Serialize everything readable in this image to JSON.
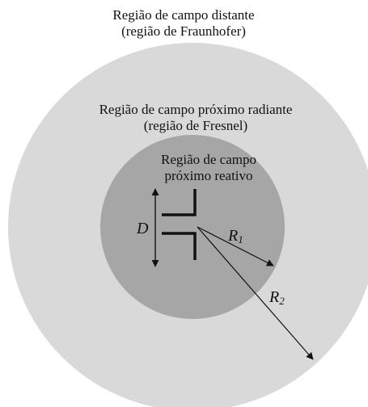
{
  "regions": {
    "far_field": {
      "line1": "Região de campo distante",
      "line2": "(região de Fraunhofer)",
      "color": "#d9d9d9"
    },
    "radiating_near_field": {
      "line1": "Região de campo próximo radiante",
      "line2": "(região de Fresnel)",
      "color": "#d9d9d9"
    },
    "reactive_near_field": {
      "line1": "Região de campo",
      "line2": "próximo reativo",
      "color": "#a6a6a6"
    }
  },
  "symbols": {
    "D": "D",
    "R1": "R",
    "R1_sub": "1",
    "R2": "R",
    "R2_sub": "2"
  },
  "colors": {
    "line": "#111111"
  }
}
